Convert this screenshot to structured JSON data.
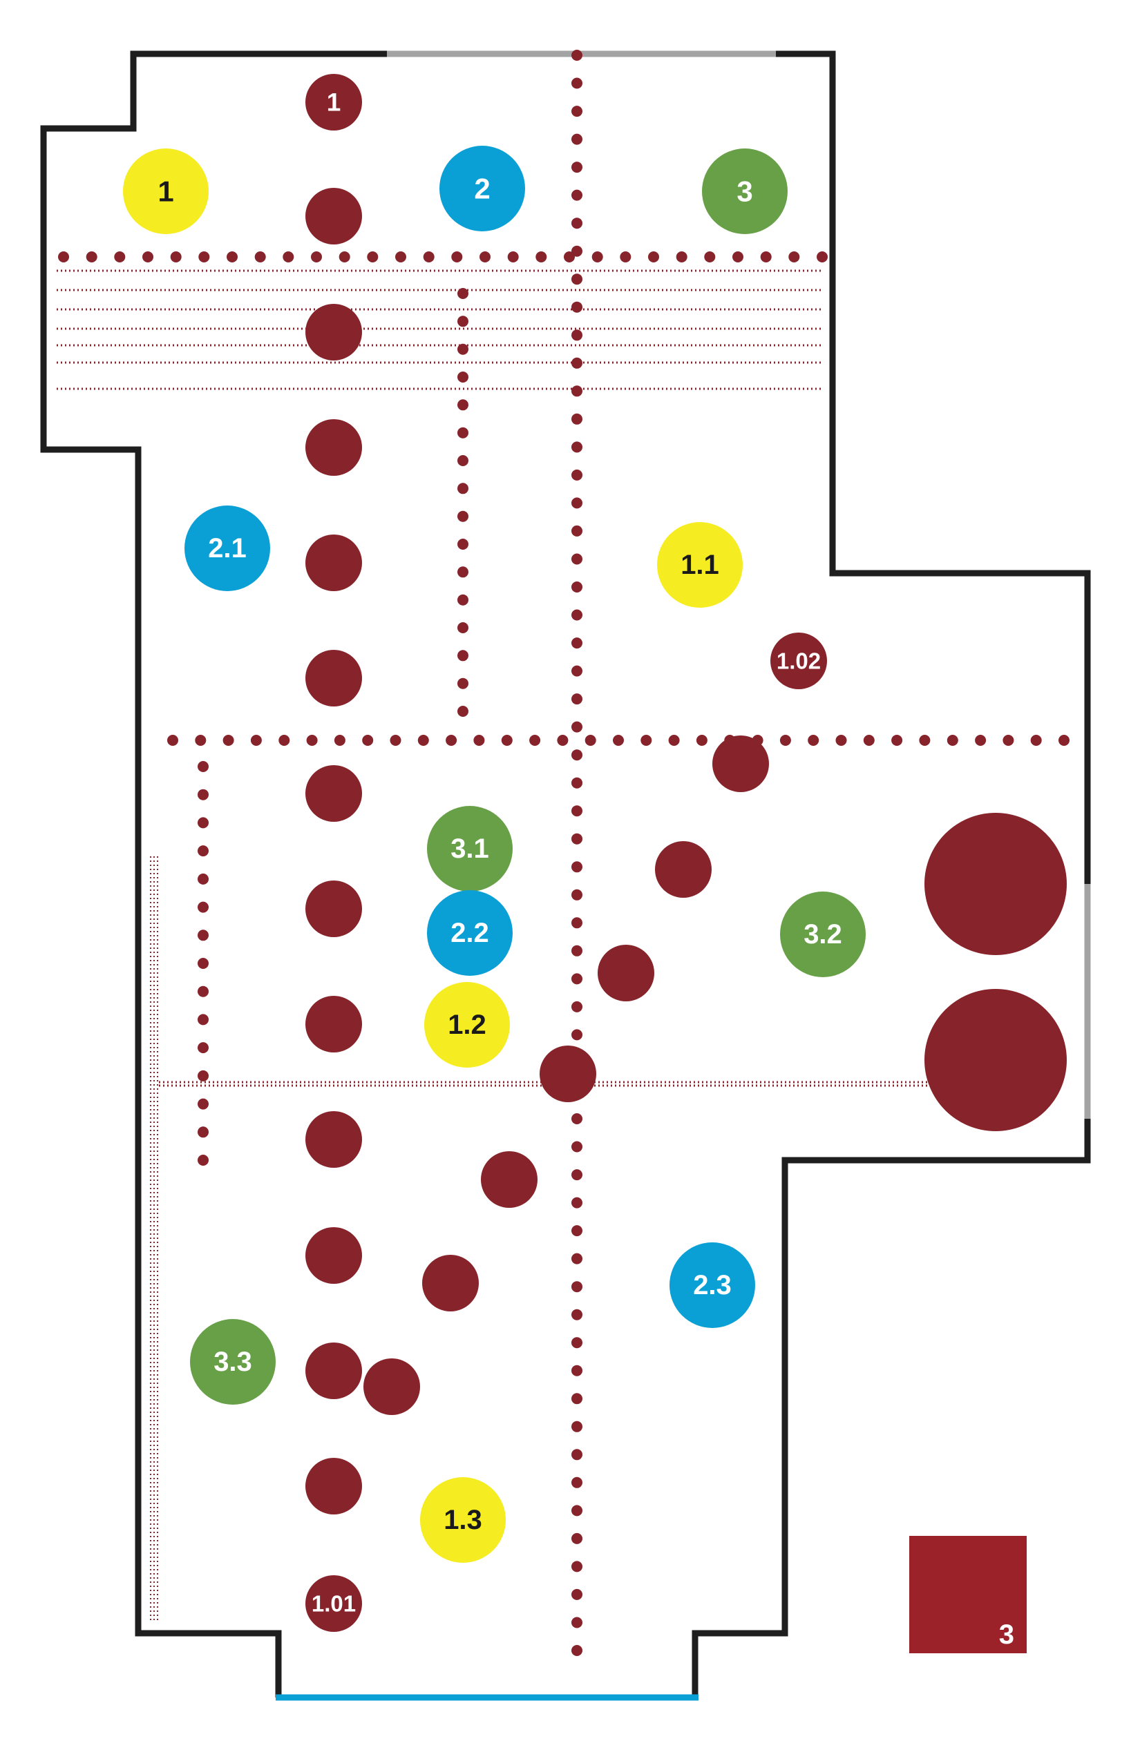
{
  "colors": {
    "wall": "#1e1e1e",
    "opening": "#a3a3a3",
    "entrance": "#0aa0d6",
    "maroon": "#87232a",
    "legend_square": "#9c2229",
    "yellow": "#f6ec22",
    "blue": "#0aa0d6",
    "green": "#68a047",
    "white": "#ffffff",
    "dark_text": "#1a1a1a"
  },
  "zone_markers": [
    {
      "id": "z1",
      "label": "1",
      "group": "yellow",
      "icon": "yellow-circle"
    },
    {
      "id": "z2",
      "label": "2",
      "group": "blue",
      "icon": "blue-circle"
    },
    {
      "id": "z3",
      "label": "3",
      "group": "green",
      "icon": "green-circle"
    },
    {
      "id": "z2_1",
      "label": "2.1",
      "group": "blue",
      "icon": "blue-circle"
    },
    {
      "id": "z1_1",
      "label": "1.1",
      "group": "yellow",
      "icon": "yellow-circle"
    },
    {
      "id": "z3_1",
      "label": "3.1",
      "group": "green",
      "icon": "green-circle"
    },
    {
      "id": "z2_2",
      "label": "2.2",
      "group": "blue",
      "icon": "blue-circle"
    },
    {
      "id": "z1_2",
      "label": "1.2",
      "group": "yellow",
      "icon": "yellow-circle"
    },
    {
      "id": "z3_2",
      "label": "3.2",
      "group": "green",
      "icon": "green-circle"
    },
    {
      "id": "z2_3",
      "label": "2.3",
      "group": "blue",
      "icon": "blue-circle"
    },
    {
      "id": "z3_3",
      "label": "3.3",
      "group": "green",
      "icon": "green-circle"
    },
    {
      "id": "z1_3",
      "label": "1.3",
      "group": "yellow",
      "icon": "yellow-circle"
    }
  ],
  "labeled_dots": [
    {
      "id": "d1",
      "label": "1"
    },
    {
      "id": "d1_02",
      "label": "1.02"
    },
    {
      "id": "d1_01",
      "label": "1.01"
    }
  ],
  "legend": {
    "label": "3",
    "icon": "maroon-square"
  }
}
